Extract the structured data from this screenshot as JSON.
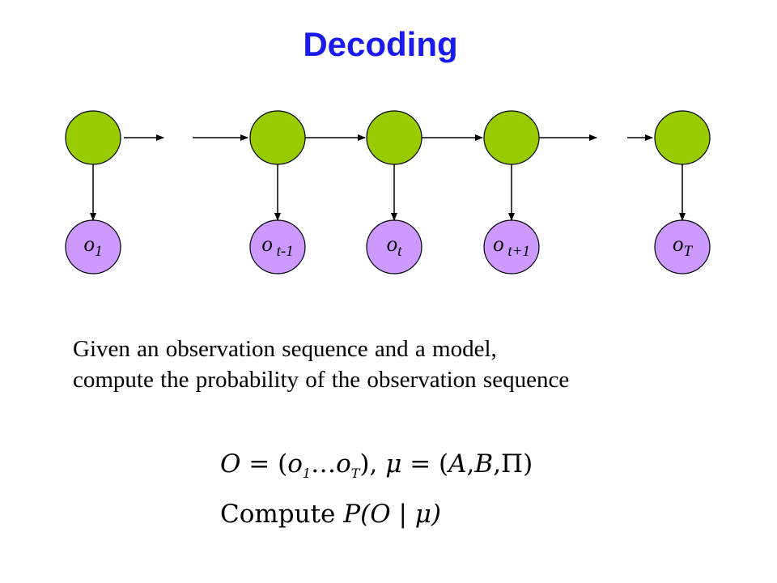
{
  "title": "Decoding",
  "colors": {
    "title": "#1a1aee",
    "state_fill": "#99cc00",
    "observation_fill": "#cc99ff",
    "stroke": "#000000"
  },
  "observations": [
    {
      "base": "o",
      "sub": "1"
    },
    {
      "base": "o",
      "sub": " t-1"
    },
    {
      "base": "o",
      "sub": "t"
    },
    {
      "base": "o",
      "sub": " t+1"
    },
    {
      "base": "o",
      "sub": "T"
    }
  ],
  "description": {
    "line1": "Given an observation sequence and a model,",
    "line2": "compute the probability of the observation sequence"
  },
  "formula": {
    "line1": "O = (o₁…o_T), μ = (A, B, Π)",
    "line2_word": "Compute",
    "line2_expr": "P(O | μ)"
  }
}
